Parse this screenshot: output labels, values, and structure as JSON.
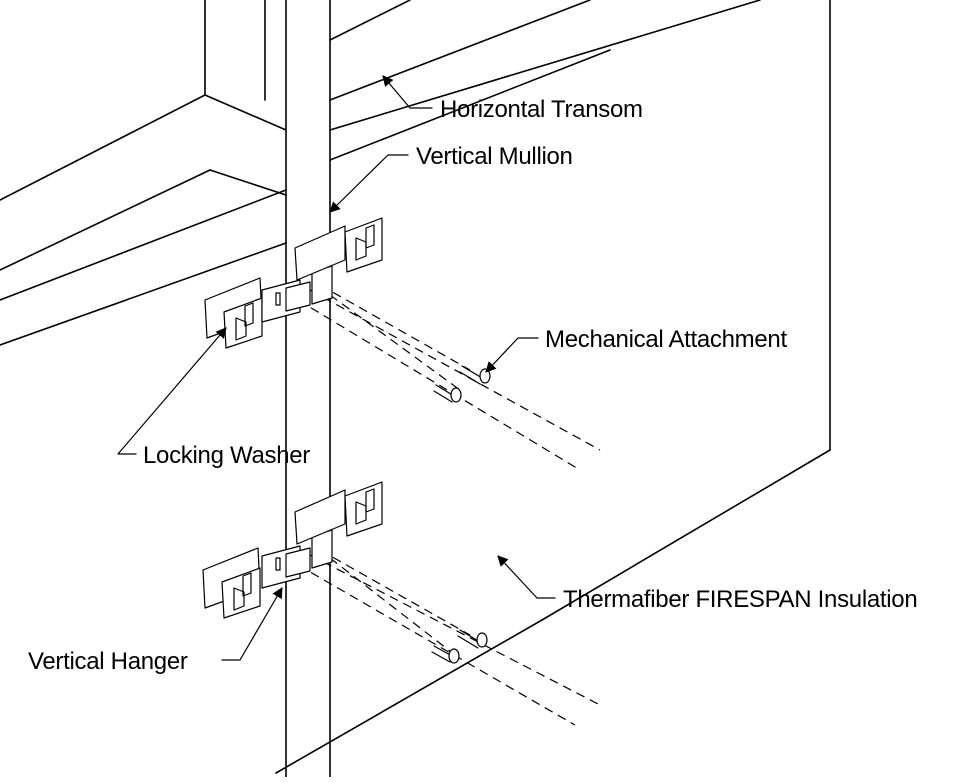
{
  "diagram": {
    "labels": {
      "horizontal_transom": "Horizontal Transom",
      "vertical_mullion": "Vertical Mullion",
      "mechanical_attachment": "Mechanical Attachment",
      "locking_washer": "Locking Washer",
      "thermafiber_insulation": "Thermafiber FIRESPAN Insulation",
      "vertical_hanger": "Vertical Hanger"
    },
    "colors": {
      "line": "#000000",
      "background": "#ffffff"
    }
  }
}
